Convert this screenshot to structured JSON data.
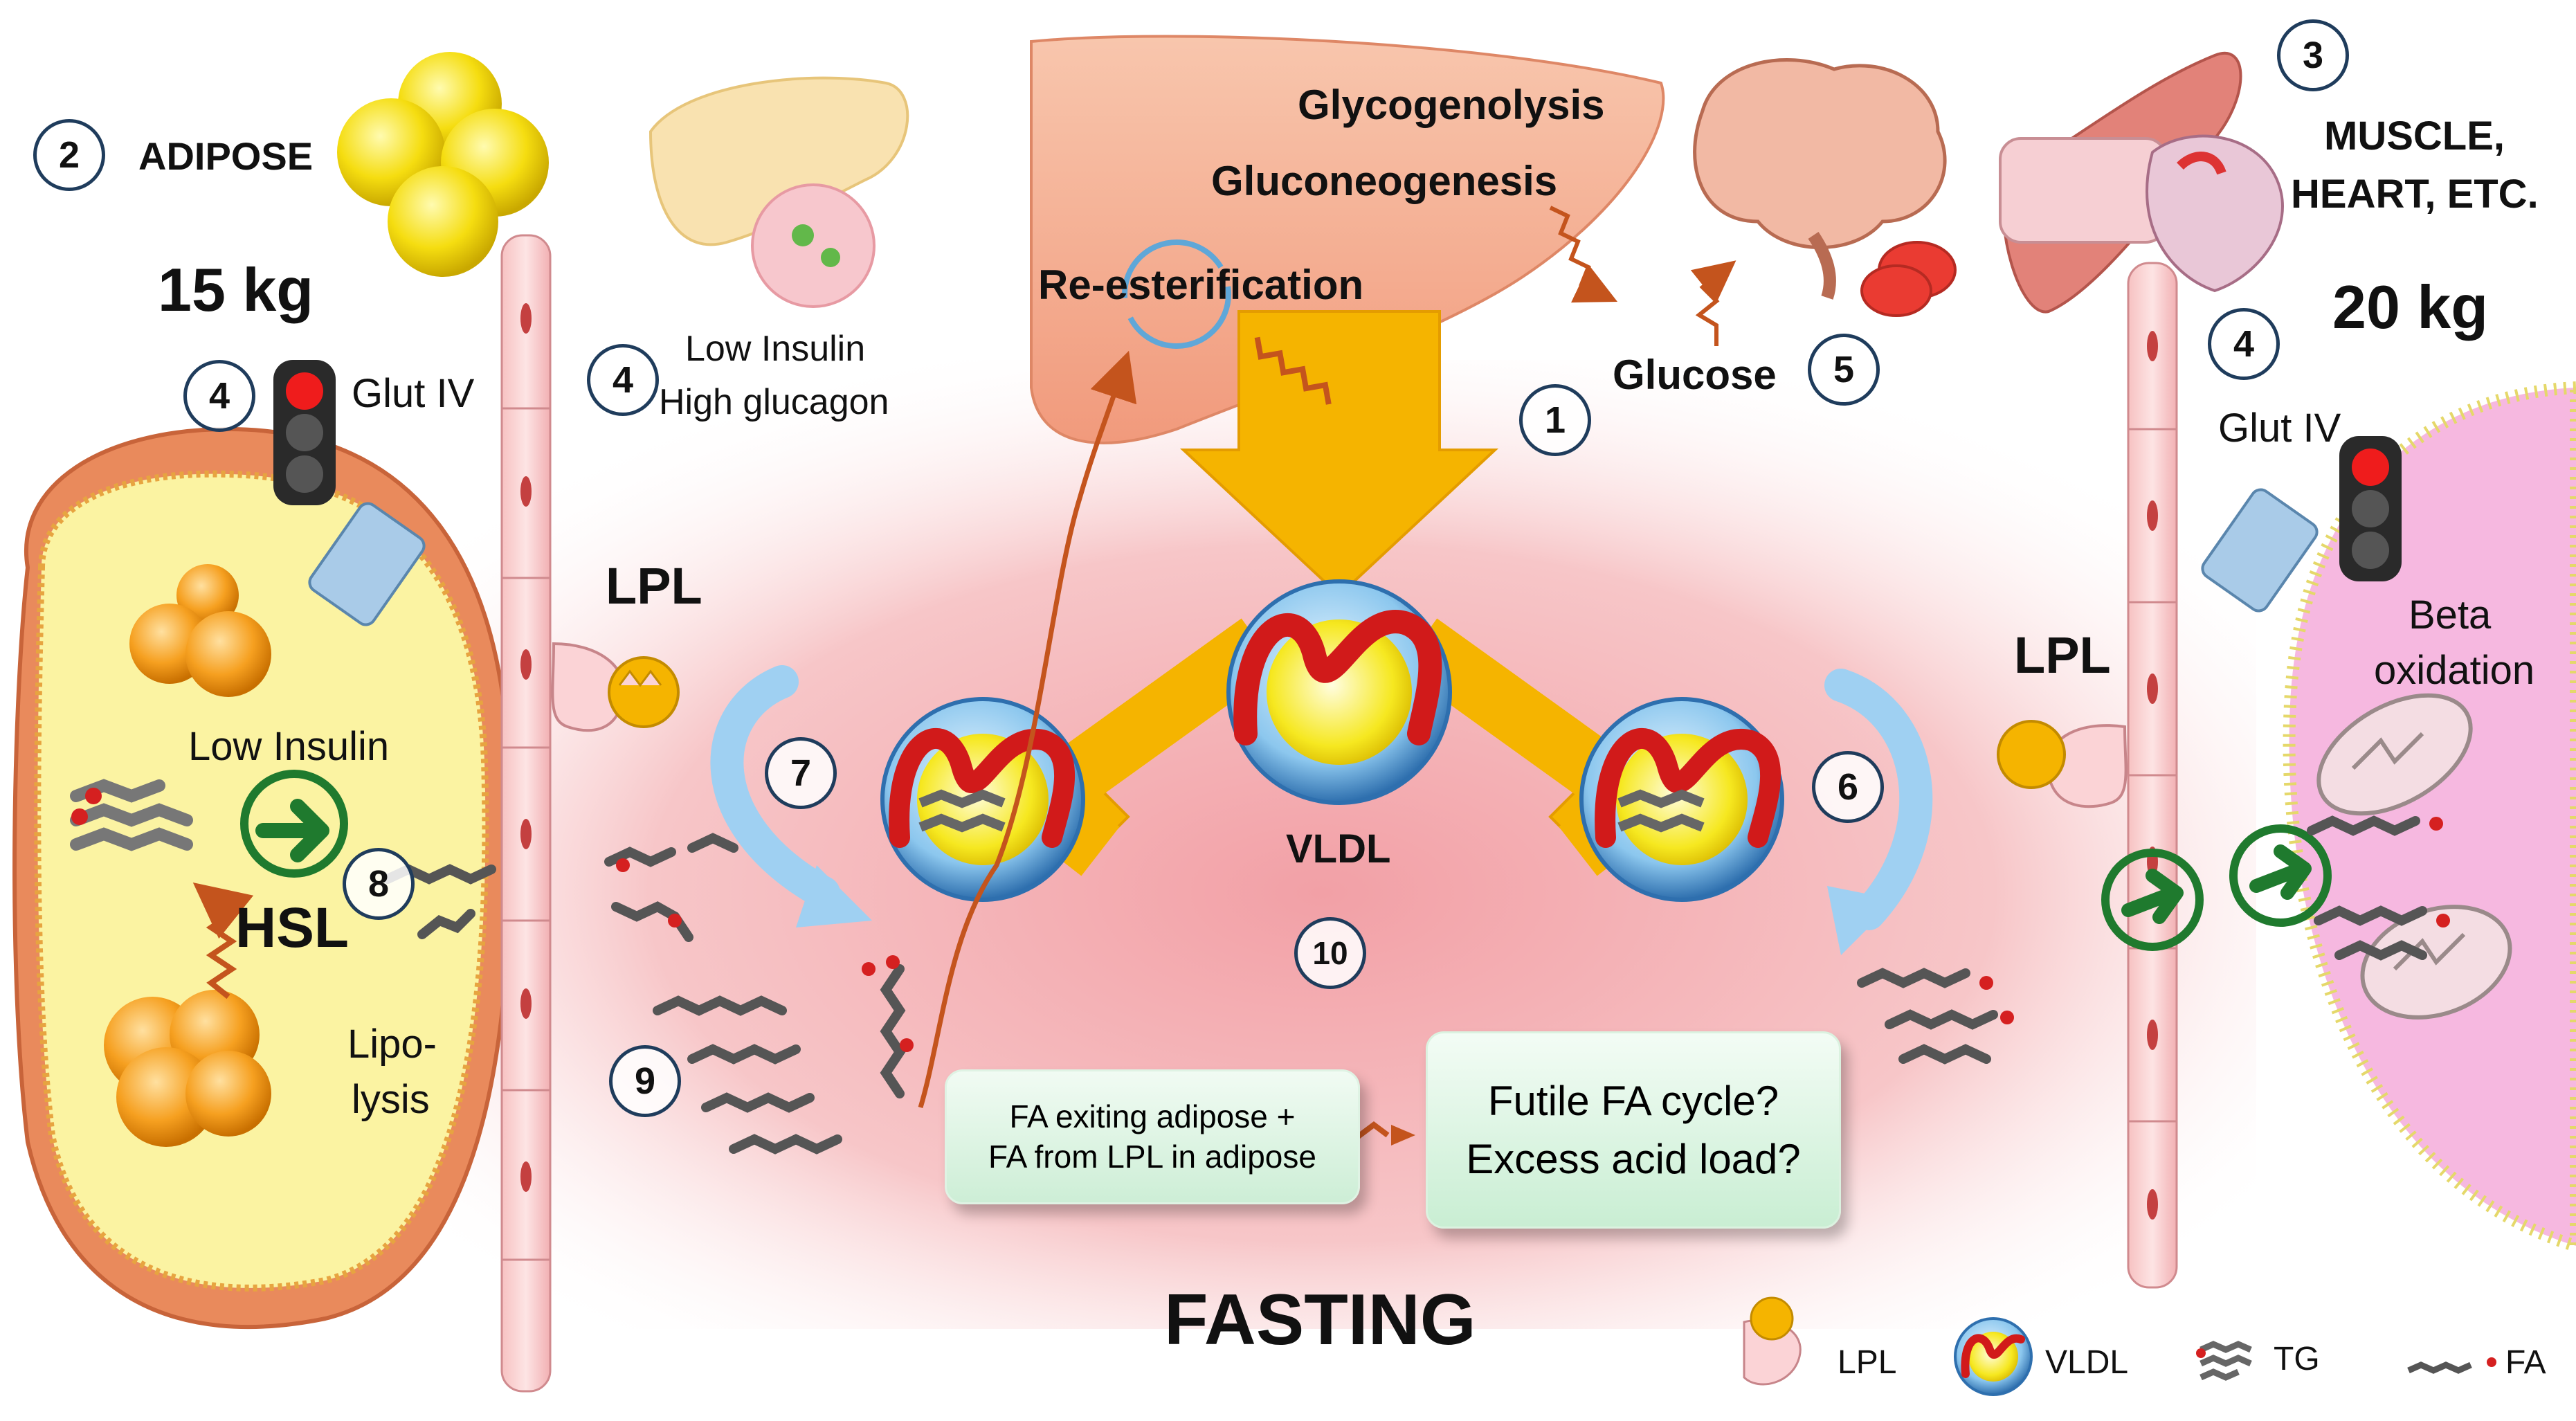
{
  "labels": {
    "adipose": "ADIPOSE",
    "adipose_mass": "15 kg",
    "glut_left": "Glut IV",
    "pancreas_line1": "Low Insulin",
    "pancreas_line2": "High glucagon",
    "lpl_left": "LPL",
    "low_insulin": "Low Insulin",
    "hsl": "HSL",
    "lipolysis_line1": "Lipo-",
    "lipolysis_line2": "lysis",
    "glycogenolysis": "Glycogenolysis",
    "gluconeogenesis": "Gluconeogenesis",
    "reesterification": "Re-esterification",
    "glucose": "Glucose",
    "vldl": "VLDL",
    "muscle_line1": "MUSCLE,",
    "muscle_line2": "HEART, ETC.",
    "muscle_mass": "20 kg",
    "glut_right": "Glut IV",
    "lpl_right": "LPL",
    "beta_line1": "Beta",
    "beta_line2": "oxidation",
    "fasting": "FASTING"
  },
  "numbers": {
    "n1": "1",
    "n2": "2",
    "n3": "3",
    "n4a": "4",
    "n4b": "4",
    "n4c": "4",
    "n5": "5",
    "n6": "6",
    "n7": "7",
    "n8": "8",
    "n9": "9",
    "n10": "10"
  },
  "boxes": {
    "fa_line1": "FA exiting adipose +",
    "fa_line2": "FA from LPL in adipose",
    "futile_line1": "Futile FA cycle?",
    "futile_line2": "Excess acid load?"
  },
  "legend": {
    "lpl": "LPL",
    "vldl": "VLDL",
    "tg": "TG",
    "fa": "FA"
  },
  "colors": {
    "background_pink": "#f4a9ad",
    "liver": "#f6b99a",
    "adipocyte": "#fbf3a2",
    "muscle_cell": "#f6b8e0",
    "arrow_orange": "#f5b400",
    "enzyme_arrow_green": "#1f7a2e",
    "vldl_shell": "#3d8fcf"
  }
}
